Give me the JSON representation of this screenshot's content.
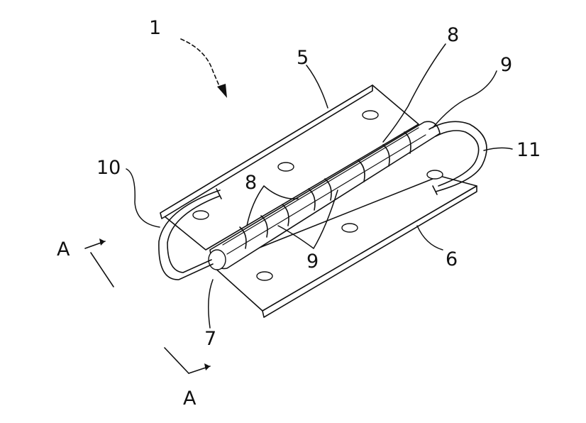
{
  "labels": {
    "hinge": "1",
    "leaf_upper": "5",
    "leaf_lower": "6",
    "pin_end": "7",
    "knuckle_top": "8",
    "knuckle_mid": "8",
    "sleeve_top": "9",
    "sleeve_mid": "9",
    "loop_left": "10",
    "loop_right": "11",
    "section_upper": "A",
    "section_lower": "A"
  }
}
